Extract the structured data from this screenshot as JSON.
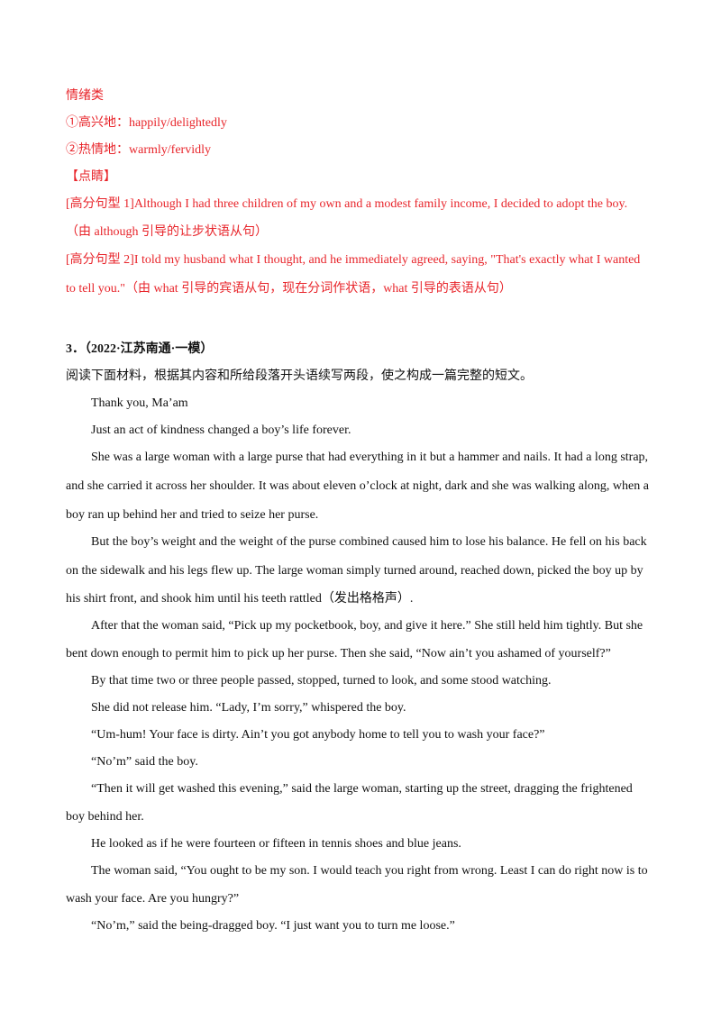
{
  "emotion_block": {
    "heading": "情绪类",
    "item1": "①高兴地：happily/delightedly",
    "item2": "②热情地：warmly/fervidly"
  },
  "highlight": {
    "label": "【点睛】",
    "s1_line1": "[高分句型 1]Although I had three children of my own and a modest family income, I decided to adopt the boy.",
    "s1_line2": "（由 although 引导的让步状语从句）",
    "s2_line1": "[高分句型 2]I told my husband what I thought, and he immediately agreed, saying, \"That's exactly what I wanted",
    "s2_line2": "to tell you.\"（由 what 引导的宾语从句，现在分词作状语，what 引导的表语从句）"
  },
  "question": {
    "number_source": "3．（2022·江苏南通·一模）",
    "instruction": "阅读下面材料，根据其内容和所给段落开头语续写两段，使之构成一篇完整的短文。"
  },
  "story": {
    "title": "Thank you, Ma’am",
    "p1": "Just an act of kindness changed a boy’s life forever.",
    "p2_l1": "She was a large woman with a large purse that had everything in it but a hammer and nails. It had a long strap,",
    "p2_l2": "and she carried it across her shoulder. It was about eleven o’clock at night, dark and she was walking along, when a",
    "p2_l3": "boy ran up behind her and tried to seize her purse.",
    "p3_l1": "But the boy’s weight and the weight of the purse combined caused him to lose his balance. He fell on his back",
    "p3_l2": "on the sidewalk and his legs flew up. The large woman simply turned around, reached down, picked the boy up by",
    "p3_l3": "his shirt front, and shook him until his teeth rattled（发出格格声）.",
    "p4_l1": "After that the woman said, “Pick up my pocketbook, boy, and give it here.” She still held him tightly. But she",
    "p4_l2": "bent down enough to permit him to pick up her purse. Then she said, “Now ain’t you ashamed of yourself?”",
    "p5": "By that time two or three people passed, stopped, turned to look, and some stood watching.",
    "p6": "She did not release him. “Lady, I’m sorry,” whispered the boy.",
    "p7": "“Um-hum! Your face is dirty. Ain’t you got anybody home to tell you to wash your face?”",
    "p8": "“No’m” said the boy.",
    "p9_l1": "“Then it will get washed this evening,” said the large woman, starting up the street, dragging the frightened",
    "p9_l2": "boy behind her.",
    "p10": "He looked as if he were fourteen or fifteen in tennis shoes and blue jeans.",
    "p11_l1": "The woman said, “You ought to be my son. I would teach you right from wrong. Least I can do right now is to",
    "p11_l2": "wash your face. Are you hungry?”",
    "p12": "“No’m,” said the being-dragged boy. “I just want you to turn me loose.”"
  }
}
